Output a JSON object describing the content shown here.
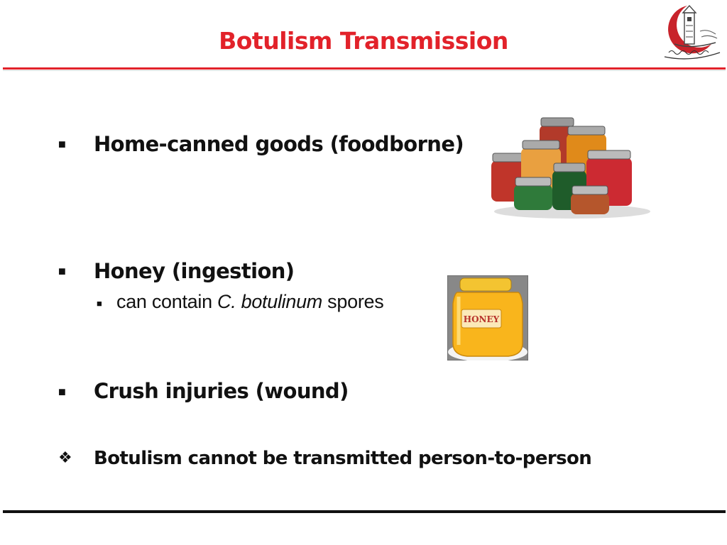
{
  "slide": {
    "title": "Botulism Transmission",
    "logo_label": "university-faculty-logo",
    "items": [
      {
        "bullet": "■",
        "text": "Home-canned goods (foodborne)"
      },
      {
        "bullet": "■",
        "text": "Honey (ingestion)",
        "sub": {
          "bullet": "■",
          "prefix": "can contain ",
          "italic": "C. botulinum",
          "suffix": " spores"
        }
      },
      {
        "bullet": "■",
        "text": "Crush injuries (wound)"
      }
    ],
    "note": {
      "bullet": "❖",
      "text": "Botulism cannot be transmitted person-to-person"
    },
    "honey_label": "HONEY"
  },
  "colors": {
    "accent": "#e2222a",
    "text": "#111111"
  }
}
